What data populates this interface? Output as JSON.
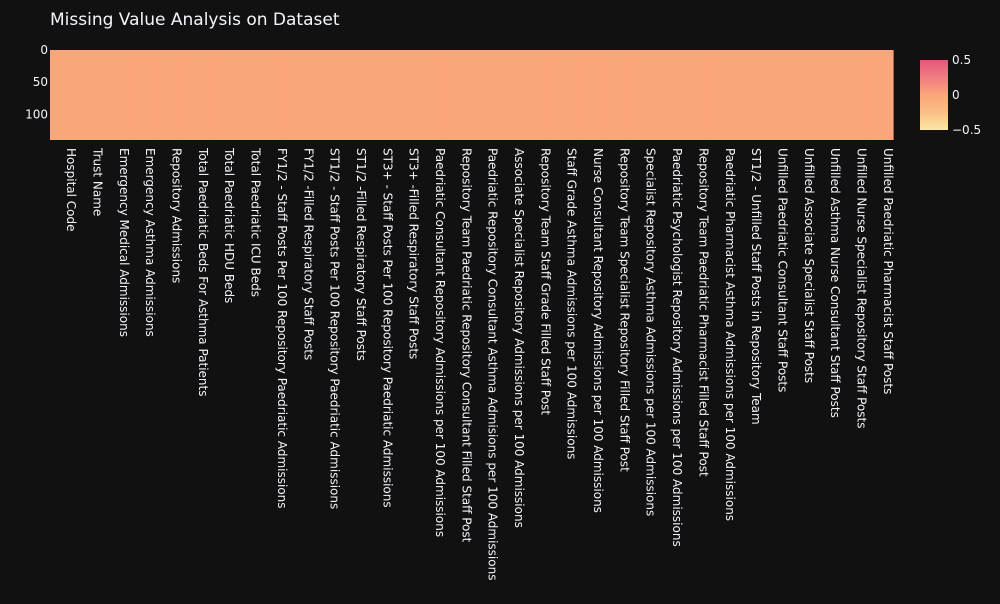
{
  "chart_data": {
    "type": "heatmap",
    "title": "Missing Value Analysis on Dataset",
    "x": [
      "Hospital Code",
      "Trust Name",
      "Emergency Medical Admissions",
      "Emergency Asthma Admissions",
      "Repository Admissions",
      "Total Paedriatic Beds For Asthma Patients",
      "Total Paedriatic HDU Beds",
      "Total Paedriatic ICU Beds",
      "FY1/2 - Staff Posts Per 100 Repository Paedriatic Admissions",
      "FY1/2 -Filled Respiratory Staff Posts",
      "ST1/2 - Staff Posts Per 100 Repository Paedriatic Admissions",
      "ST1/2 -Filled Respiratory Staff Posts",
      "ST3+ - Staff Posts Per 100 Repository Paedriatic Admissions",
      "ST3+ -Filled Respiratory Staff Posts",
      "Paedriatic Consultant Repository Admissions per 100 Admissions",
      "Repository Team Paedriatic Repository Consultant Filled Staff Post",
      "Paedriatic Repository Consultant Asthma Admisions per 100 Admissions",
      "Associate Specialist Repository Admissions per 100 Admissions",
      "Repository Team Staff Grade Filled Staff Post",
      "Staff Grade Asthma Admissions per 100 Admissions",
      "Nurse Consultant Repository Admissions per 100 Admissions",
      "Repository Team Specialist Repository Filled Staff Post",
      "Specialist Repository Asthma Admissions per 100 Admissions",
      "Paedriatic Psychologist Repository Admissions per 100 Admissions",
      "Repository Team Paedriatic Pharmacist Filled Staff Post",
      "Paedriatic Pharmacist Asthma Admissions per 100 Admissions",
      "ST1/2 - Unfilled Staff Posts in Repository Team",
      "Unfilled Paedriatic Consultant Staff Posts",
      "Unfilled Associate Specialist Staff Posts",
      "Unfilled Asthma Nurse Consultant Staff Posts",
      "Unfilled Nurse Specialist Repository Staff Posts",
      "Unfilled Paedriatic Pharmacist Staff Posts"
    ],
    "y_range": [
      0,
      140
    ],
    "y_ticks": [
      "0",
      "50",
      "100"
    ],
    "cell_value": 0,
    "missing_values": 0,
    "zmin": -0.5,
    "zmax": 0.5,
    "colorbar_ticks": [
      "0.5",
      "0",
      "−0.5"
    ],
    "colorscale": [
      "#fde7a8",
      "#fbc084",
      "#fba57a",
      "#f07e80",
      "#e4577a"
    ],
    "cell_color": "#fba57a",
    "y_reversed": true,
    "grid": false
  },
  "colors": {
    "background": "#111111",
    "text": "#f2f5fa"
  }
}
